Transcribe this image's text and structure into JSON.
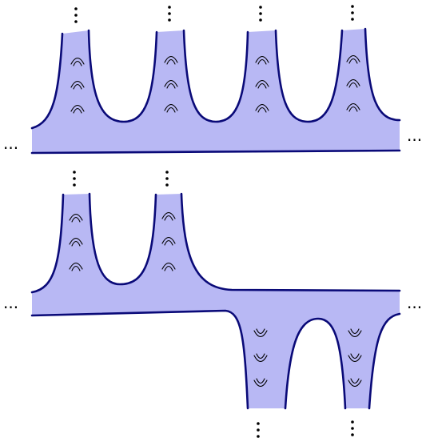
{
  "figure": {
    "ellipsis": "...",
    "colors": {
      "surface_fill": "#b8b8f4",
      "surface_edge": "#0a0a78",
      "marks": "#000000"
    },
    "top_diagram": {
      "tube_count": 4,
      "direction": "up",
      "glyph_name": "cap-arc-icon"
    },
    "bottom_diagram": {
      "upper_tube_count": 2,
      "lower_tube_count": 2,
      "upper_direction": "up",
      "lower_direction": "down",
      "glyph_name_up": "cap-arc-icon",
      "glyph_name_down": "cup-arc-icon"
    }
  }
}
